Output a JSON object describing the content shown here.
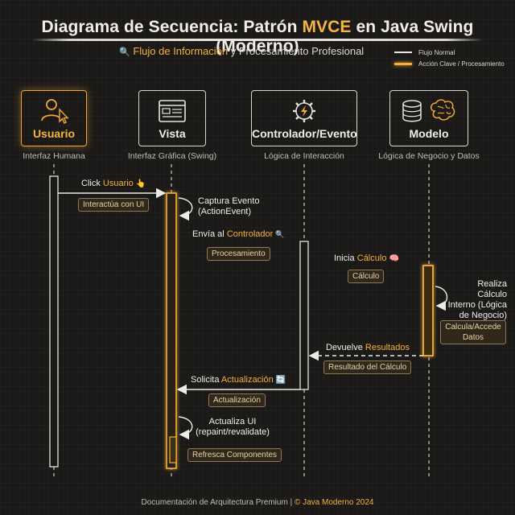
{
  "header": {
    "title_pre": "Diagrama de Secuencia: Patrón ",
    "title_hl": "MVCE",
    "title_post": " en Java Swing (Moderno)",
    "subtitle_icon": "🔍",
    "subtitle_hl": "Flujo de Información",
    "subtitle_post": " y Procesamiento Profesional"
  },
  "legend": {
    "normal": "Flujo Normal",
    "key": "Acción Clave / Procesamiento"
  },
  "lifelines": [
    {
      "name": "Usuario",
      "sub": "Interfaz Humana",
      "icon": "user-cursor-icon"
    },
    {
      "name": "Vista",
      "sub": "Interfaz Gráfica (Swing)",
      "icon": "window-icon"
    },
    {
      "name": "Controlador/Evento",
      "sub": "Lógica de Interacción",
      "icon": "gear-bolt-icon"
    },
    {
      "name": "Modelo",
      "sub": "Lógica de Negocio y Datos",
      "icon": "database-brain-icon"
    }
  ],
  "messages": {
    "m1": {
      "pre": "Click ",
      "hl": "Usuario",
      "icon": "👆",
      "tag": "Interactúa con UI"
    },
    "m2": {
      "note": [
        "Captura Evento",
        "(ActionEvent)"
      ]
    },
    "m3": {
      "pre": "Envía al ",
      "hl": "Controlador",
      "icon": "🔍",
      "tag": "Procesamiento"
    },
    "m4": {
      "pre": "Inicia ",
      "hl": "Cálculo",
      "icon": "🧠",
      "tag": "Cálculo"
    },
    "m5": {
      "note": [
        "Realiza Cálculo",
        "Interno (Lógica",
        "de Negocio)"
      ],
      "tag": [
        "Calcula/Accede",
        "Datos"
      ]
    },
    "m6": {
      "pre": "Devuelve ",
      "hl": "Resultados",
      "tag": "Resultado del Cálculo"
    },
    "m7": {
      "pre": "Solicita ",
      "hl": "Actualización",
      "icon": "🔄",
      "tag": "Actualización"
    },
    "m8": {
      "note": [
        "Actualiza UI",
        "(repaint/revalidate)"
      ],
      "tag": "Refresca Componentes"
    }
  },
  "footer": {
    "pre": "Documentación de Arquitectura Premium | ",
    "hl": "© Java Moderno 2024"
  },
  "colors": {
    "accent": "#f5b03a",
    "background": "#1a1918",
    "line": "#e8e6df"
  }
}
